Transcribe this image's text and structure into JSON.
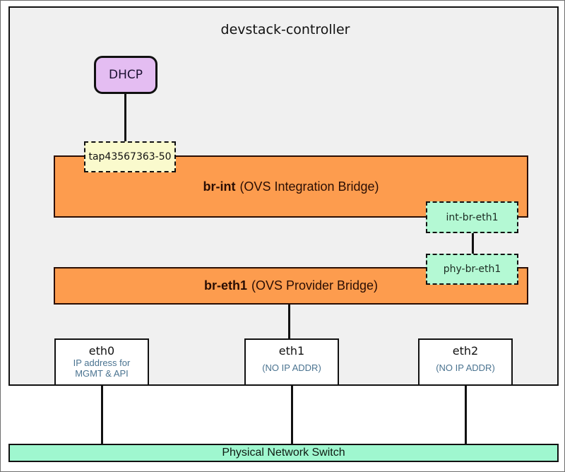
{
  "host": {
    "title": "devstack-controller"
  },
  "services": {
    "dhcp": {
      "label": "DHCP",
      "color": "#e4bdf2"
    }
  },
  "ports": {
    "tap": {
      "label": "tap43567363-50",
      "color": "#fafacd"
    },
    "int_br_eth1": {
      "label": "int-br-eth1",
      "color": "#b4f9d4"
    },
    "phy_br_eth1": {
      "label": "phy-br-eth1",
      "color": "#b4f9d4"
    }
  },
  "bridges": {
    "br_int": {
      "name": "br-int",
      "description": "(OVS Integration Bridge)",
      "color": "#fd9c4e"
    },
    "br_eth1": {
      "name": "br-eth1",
      "description": "(OVS Provider Bridge)",
      "color": "#fd9c4e"
    }
  },
  "nics": [
    {
      "name": "eth0",
      "desc_line1": "IP address for",
      "desc_line2": "MGMT & API"
    },
    {
      "name": "eth1",
      "desc_line1": "(NO IP ADDR)",
      "desc_line2": ""
    },
    {
      "name": "eth2",
      "desc_line1": "(NO IP ADDR)",
      "desc_line2": ""
    }
  ],
  "switch": {
    "label": "Physical Network Switch",
    "color": "#9ff7cf"
  }
}
